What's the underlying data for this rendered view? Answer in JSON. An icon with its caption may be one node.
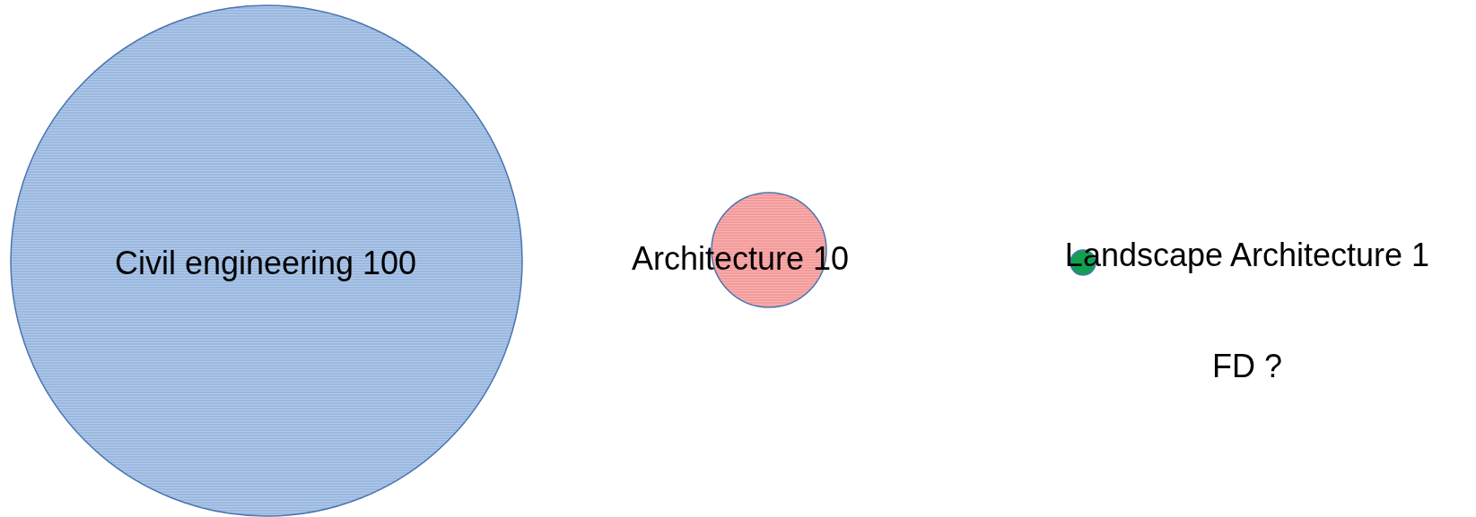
{
  "diagram": {
    "nodes": [
      {
        "text": [
          "Civil engineering 100"
        ]
      },
      {
        "text": [
          "Architecture 10"
        ]
      },
      {
        "text": [
          "Landscape Architecture 1"
        ]
      }
    ],
    "labels": [
      "FD ?"
    ]
  }
}
